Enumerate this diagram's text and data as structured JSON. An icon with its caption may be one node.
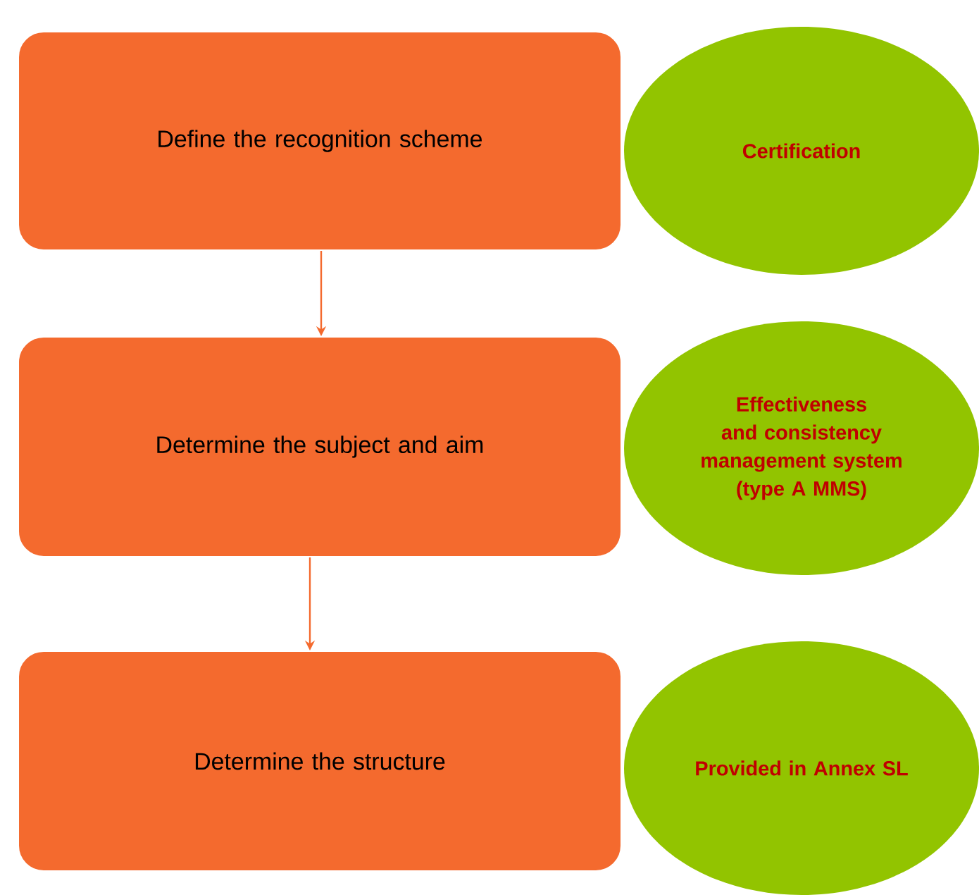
{
  "diagram": {
    "nodes": [
      {
        "text": [
          "Define the recognition scheme"
        ]
      },
      {
        "text": [
          "Certification"
        ]
      },
      {
        "text": [
          "Determine the subject and aim"
        ]
      },
      {
        "text": [
          "Effectiveness and consistency management system (type A MMS)"
        ]
      },
      {
        "text": [
          "Determine the structure"
        ]
      },
      {
        "text": [
          "Provided in Annex SL"
        ]
      }
    ],
    "edges": [
      {
        "from": 0,
        "to": 2,
        "arrow": "to"
      },
      {
        "from": 2,
        "to": 4,
        "arrow": "to"
      }
    ]
  }
}
